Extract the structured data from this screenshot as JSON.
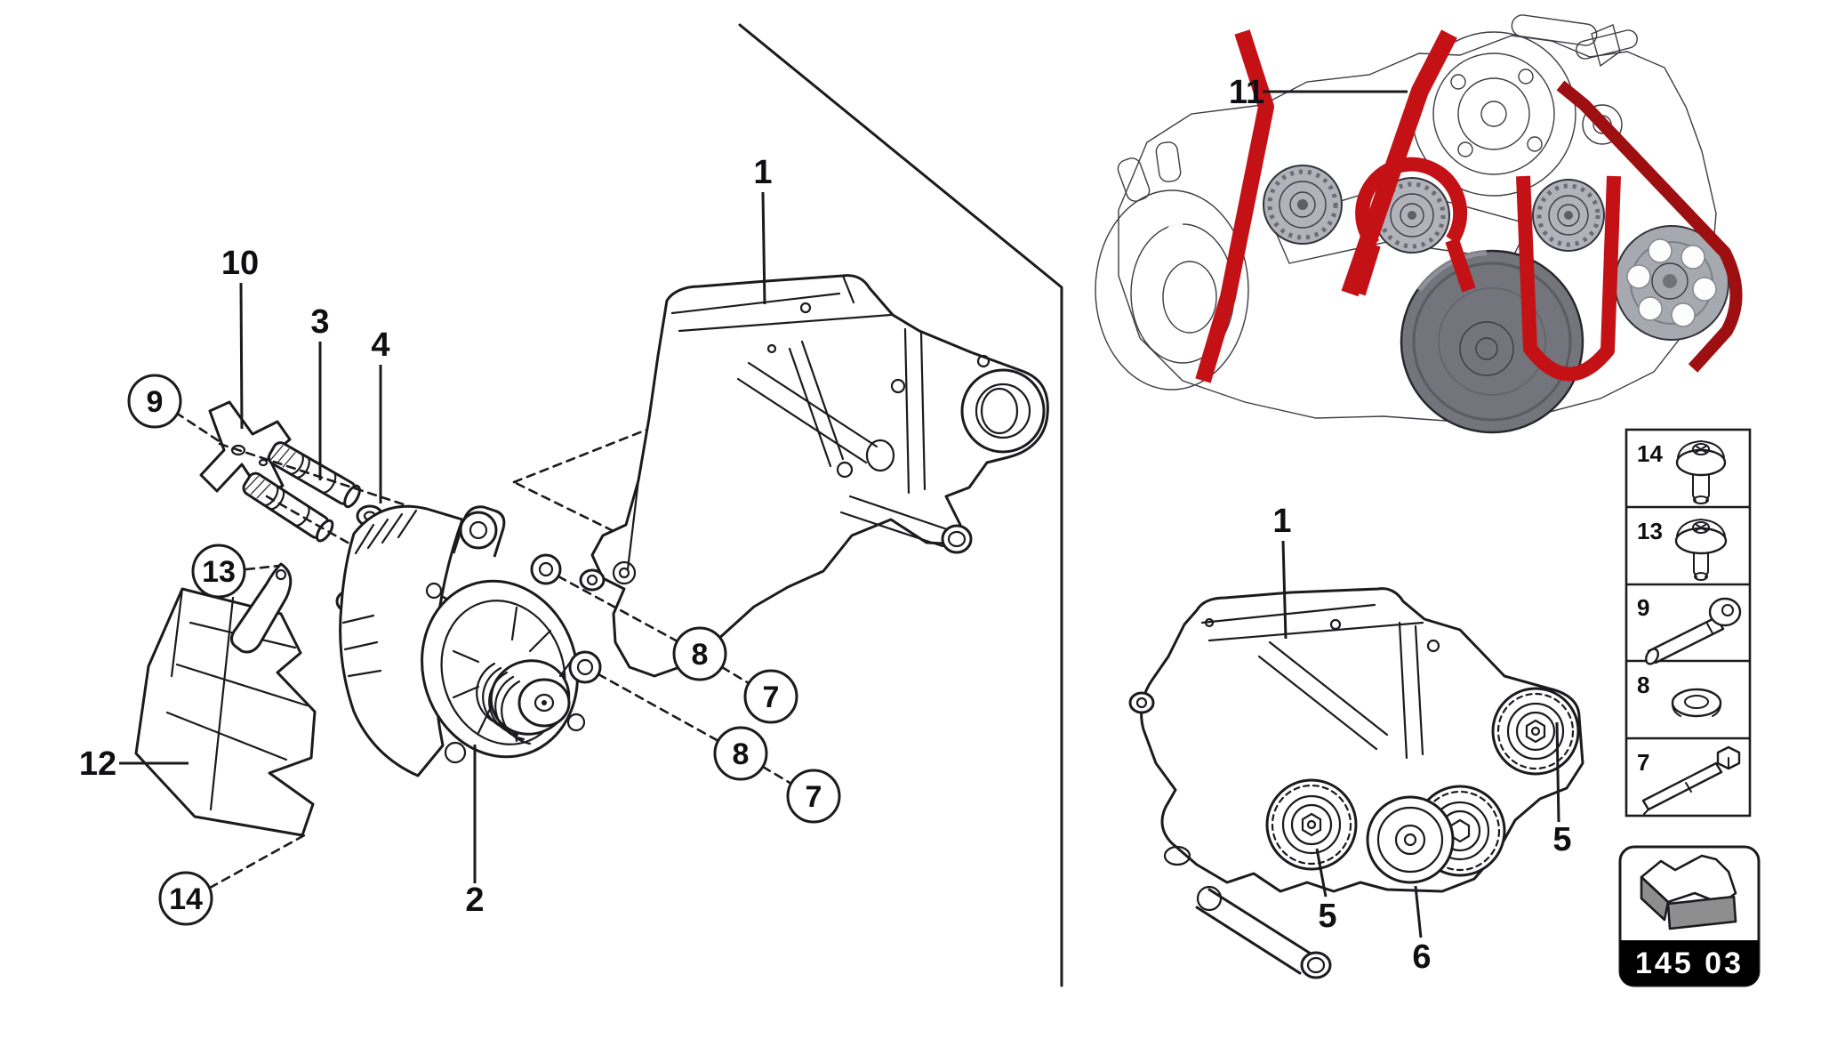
{
  "page": {
    "background": "#ffffff",
    "line_color": "#1b1b1f",
    "belt_color": "#c41116",
    "belt_shadow_color": "#9e0f12"
  },
  "parts": {
    "p1": "1",
    "p2": "2",
    "p3": "3",
    "p4": "4",
    "p5": "5",
    "p6": "6",
    "p7": "7",
    "p8": "8",
    "p9": "9",
    "p10": "10",
    "p11": "11",
    "p12": "12",
    "p13": "13",
    "p14": "14"
  },
  "sidebar": {
    "rows": [
      {
        "number": "14",
        "icon": "flange-screw-icon"
      },
      {
        "number": "13",
        "icon": "flange-screw-icon"
      },
      {
        "number": "9",
        "icon": "socket-head-bolt-icon"
      },
      {
        "number": "8",
        "icon": "washer-icon"
      },
      {
        "number": "7",
        "icon": "hex-bolt-icon"
      }
    ]
  },
  "badge": {
    "code": "145 03",
    "icon": "section-direction-arrow-icon"
  }
}
